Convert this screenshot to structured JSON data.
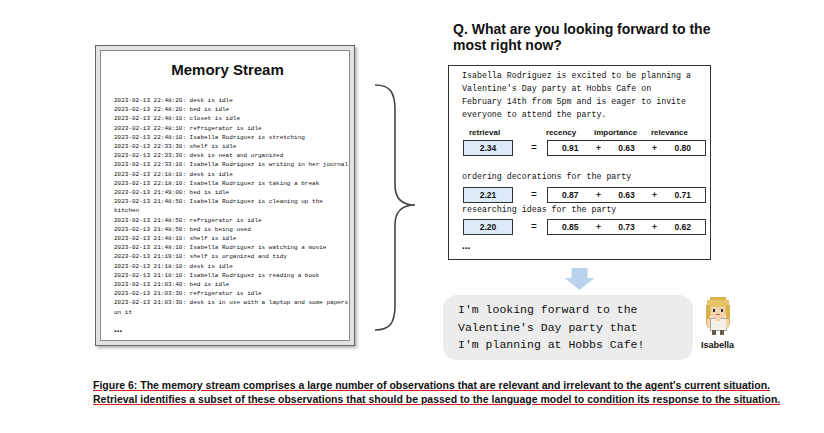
{
  "diagram": {
    "caption": "Figure 6: The memory stream comprises a large number of observations that are relevant and irrelevant to the agent's current situation. Retrieval identifies a subset of these observations that should be passed to the language model to condition its response to the situation.",
    "nodes": [
      {
        "text": [
          "Memory Stream",
          "2023-02-13 22:48:20: desk is idle",
          "2023-02-13 22:48:20: bed is idle",
          "2023-02-13 22:48:10: closet is idle",
          "2023-02-13 22:48:10: refrigerator is idle",
          "2023-02-13 22:48:10: Isabella Rodriguez is stretching",
          "2023-02-13 22:33:30: shelf is idle",
          "2023-02-13 22:33:30: desk is neat and organized",
          "2023-02-13 22:33:10: Isabella Rodriguez is writing in her journal",
          "2023-02-13 22:18:10: desk is idle",
          "2023-02-13 22:18:10: Isabella Rodriguez is taking a break",
          "2023-02-13 21:49:00: bed is idle",
          "2023-02-13 21:48:50: Isabella Rodriguez is cleaning up the kitchen",
          "2023-02-13 21:48:50: refrigerator is idle",
          "2023-02-13 21:48:50: bed is being used",
          "2023-02-13 21:48:10: shelf is idle",
          "2023-02-13 21:48:10: Isabella Rodriguez is watching a movie",
          "2023-02-13 21:19:10: shelf is organized and tidy",
          "2023-02-13 21:18:10: desk is idle",
          "2023-02-13 21:18:10: Isabella Rodriguez is reading a book",
          "2023-02-13 21:03:40: bed is idle",
          "2023-02-13 21:03:30: refrigerator is idle",
          "2023-02-13 21:03:30: desk is in use with a laptop and some papers on it",
          "..."
        ]
      },
      {
        "text": [
          "Q. What are you looking forward to the most right now?",
          "Isabella Rodriguez is excited to be planning a Valentine's Day party at Hobbs Cafe on February 14th from 5pm and is eager to invite everyone to attend the party.",
          "retrieval",
          "recency",
          "importance",
          "relevance",
          "=",
          "ordering decorations for the party",
          "=",
          "researching ideas for the party",
          "=",
          "..."
        ]
      },
      {
        "text": [
          "2.34"
        ],
        "in": 1
      },
      {
        "text": [
          "0.91",
          "+",
          "0.63",
          "+",
          "0.80"
        ],
        "in": 1
      },
      {
        "text": [
          "2.21"
        ],
        "in": 1
      },
      {
        "text": [
          "0.87",
          "+",
          "0.63",
          "+",
          "0.71"
        ],
        "in": 1
      },
      {
        "text": [
          "2.20"
        ],
        "in": 1
      },
      {
        "text": [
          "0.85",
          "+",
          "0.73",
          "+",
          "0.62"
        ],
        "in": 1
      },
      {
        "text": [
          "I'm looking forward to the Valentine's Day party that I'm planning at Hobbs Cafe!"
        ]
      }
    ],
    "edges": [
      {
        "from": 1,
        "to": 8,
        "arrow": "to"
      }
    ],
    "labels": [
      "Isabella"
    ]
  }
}
